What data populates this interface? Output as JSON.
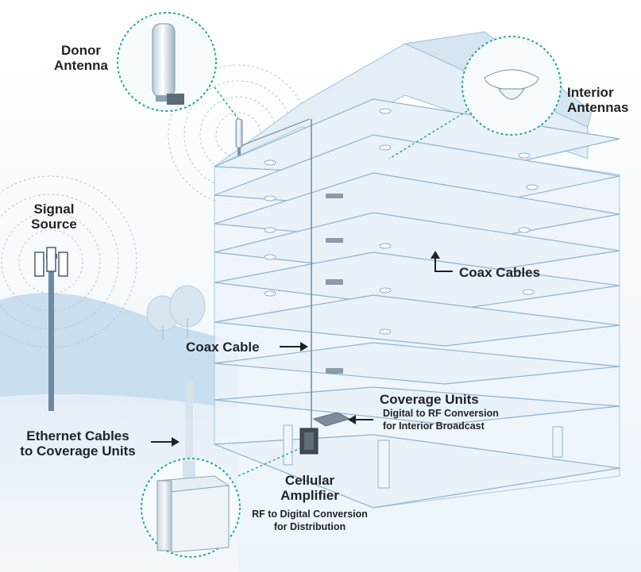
{
  "colors": {
    "background": "#ffffff",
    "sky": "#dcebf6",
    "hill": "#c9deee",
    "ground": "#e4eef6",
    "building_wall": "#eef5fb",
    "building_edge": "#9fc1dc",
    "floor_top": "#e9f2f9",
    "floor_edge": "#8fb2cf",
    "signal_ring": "#b9c7d2",
    "callout_ring": "#2aa59b",
    "callout_fill": "#f6fafc",
    "text": "#1f2328",
    "arrow": "#1f2328"
  },
  "icons": [
    "cell-tower-icon",
    "donor-antenna-icon",
    "dome-antenna-icon",
    "amplifier-icon",
    "coverage-unit-icon",
    "tree-icon",
    "arrow-icon"
  ],
  "labels": {
    "donor_antenna": [
      "Donor",
      "Antenna"
    ],
    "interior_antennas": [
      "Interior",
      "Antennas"
    ],
    "signal_source": [
      "Signal",
      "Source"
    ],
    "coax_cables": "Coax Cables",
    "coax_cable": "Coax Cable",
    "coverage_units": {
      "title": "Coverage Units",
      "desc": [
        "Digital to RF Conversion",
        "for Interior Broadcast"
      ]
    },
    "ethernet": [
      "Ethernet Cables",
      "to Coverage Units"
    ],
    "amplifier": {
      "title": [
        "Cellular",
        "Amplifier"
      ],
      "desc": [
        "RF to Digital Conversion",
        "for Distribution"
      ]
    }
  }
}
